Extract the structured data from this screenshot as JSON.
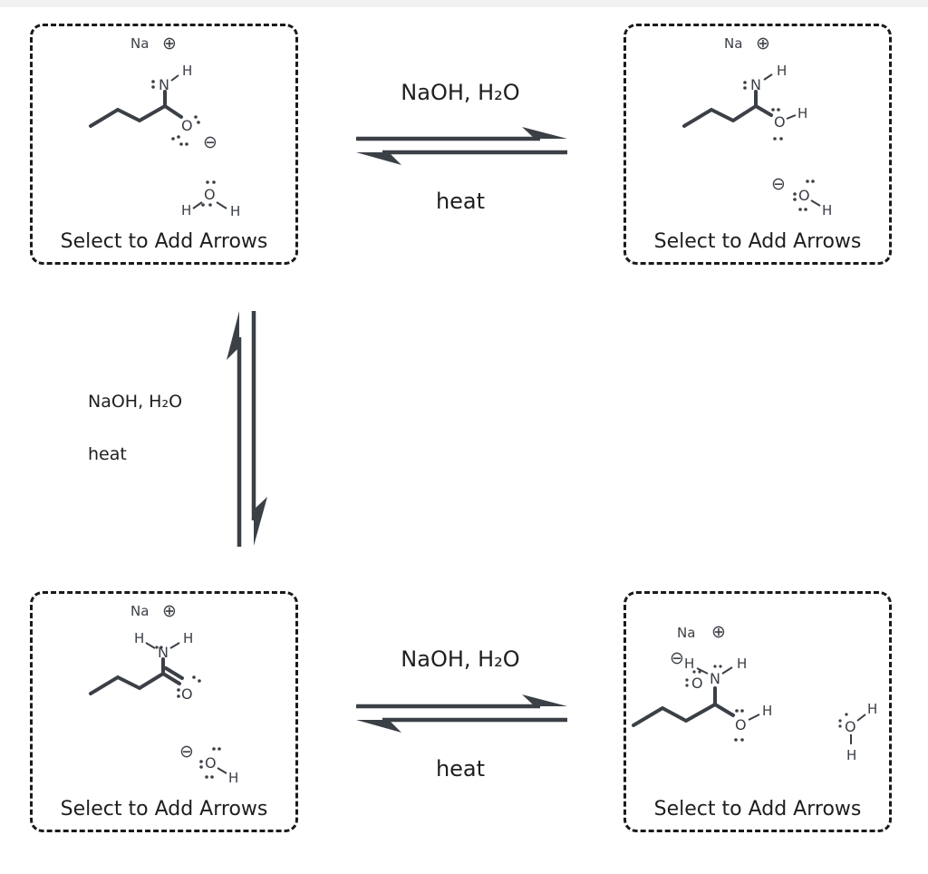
{
  "panels": {
    "top_left": {
      "label": "Select to Add Arrows"
    },
    "top_right": {
      "label": "Select to Add Arrows"
    },
    "bottom_left": {
      "label": "Select to Add Arrows"
    },
    "bottom_right": {
      "label": "Select to Add Arrows"
    }
  },
  "conditions": {
    "top": {
      "reagent": "NaOH, H₂O",
      "heat": "heat"
    },
    "left": {
      "reagent": "NaOH, H₂O",
      "heat": "heat"
    },
    "bottom": {
      "reagent": "NaOH, H₂O",
      "heat": "heat"
    }
  },
  "atoms": {
    "na": "Na",
    "n": "N",
    "o": "O",
    "h": "H",
    "plus": "⊕",
    "minus": "⊖"
  },
  "colors": {
    "ink": "#3b3f46",
    "border": "#1a1a1a"
  }
}
